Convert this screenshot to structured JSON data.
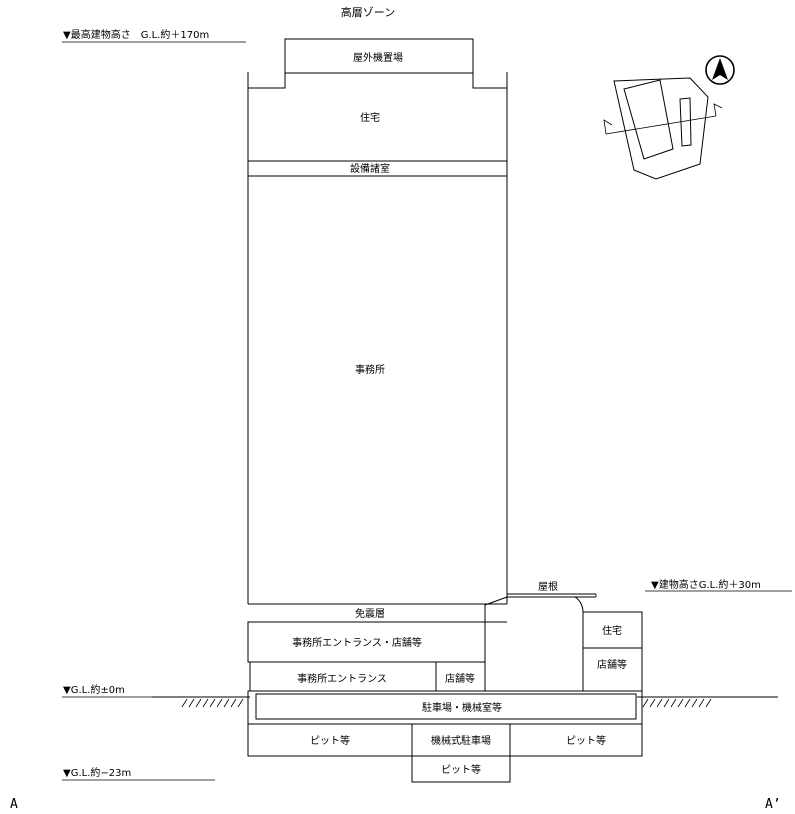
{
  "title": "高層ゾーン",
  "levels": {
    "top": "▼最高建物高さ　G.L.約＋170m",
    "right": "▼建物高さG.L.約＋30m",
    "ground": "▼G.L.約±0m",
    "bottom": "▼G.L.約−23m"
  },
  "section_markers": {
    "left": "A",
    "right": "A’"
  },
  "rooms": {
    "outdoor_equipment": "屋外機置場",
    "residence_high": "住宅",
    "equipment_rooms": "設備諸室",
    "office": "事務所",
    "seismic_isolation": "免震層",
    "office_entrance_shops": "事務所エントランス・店舗等",
    "office_entrance": "事務所エントランス",
    "shops_small": "店舗等",
    "roof": "屋根",
    "residence_low": "住宅",
    "shops_low": "店舗等",
    "parking_machine": "駐車場・機械室等",
    "pit_left": "ピット等",
    "mechanical_parking": "機械式駐車場",
    "pit_right": "ピット等",
    "pit_bottom": "ピット等"
  },
  "key_plan": {
    "north_icon": "north-arrow-icon"
  }
}
